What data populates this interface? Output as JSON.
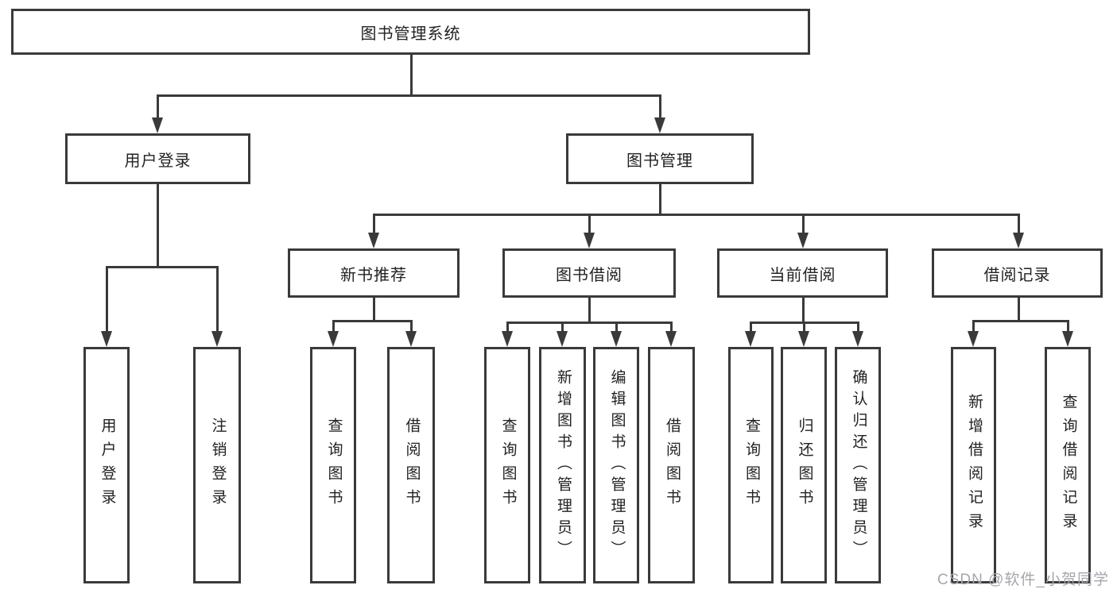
{
  "diagram": {
    "type": "tree-structure-chart",
    "colors": {
      "line": "#3a3a3c",
      "text": "#222224",
      "background": "#ffffff",
      "watermark": "#a6a6ac"
    },
    "nodes": {
      "root": "图书管理系统",
      "user_login": "用户登录",
      "book_management": "图书管理",
      "new_book_recommendation": "新书推荐",
      "book_borrowing": "图书借阅",
      "current_borrowing": "当前借阅",
      "borrowing_records": "借阅记录",
      "leaf_user_login": "用户登录",
      "leaf_logout": "注销登录",
      "nbr_query_books": "查询图书",
      "nbr_borrow_books": "借阅图书",
      "bb_query_books": "查询图书",
      "bb_add_books_admin": "新增图书（管理员）",
      "bb_edit_books_admin": "编辑图书（管理员）",
      "bb_borrow_books": "借阅图书",
      "cb_query_books": "查询图书",
      "cb_return_books": "归还图书",
      "cb_confirm_return_admin": "确认归还（管理员）",
      "br_add_record": "新增借阅记录",
      "br_query_record": "查询借阅记录"
    },
    "edges": [
      {
        "from": "图书管理系统",
        "to": [
          "用户登录",
          "图书管理"
        ]
      },
      {
        "from": "用户登录",
        "to": [
          "用户登录",
          "注销登录"
        ]
      },
      {
        "from": "图书管理",
        "to": [
          "新书推荐",
          "图书借阅",
          "当前借阅",
          "借阅记录"
        ]
      },
      {
        "from": "新书推荐",
        "to": [
          "查询图书",
          "借阅图书"
        ]
      },
      {
        "from": "图书借阅",
        "to": [
          "查询图书",
          "新增图书（管理员）",
          "编辑图书（管理员）",
          "借阅图书"
        ]
      },
      {
        "from": "当前借阅",
        "to": [
          "查询图书",
          "归还图书",
          "确认归还（管理员）"
        ]
      },
      {
        "from": "借阅记录",
        "to": [
          "新增借阅记录",
          "查询借阅记录"
        ]
      }
    ],
    "watermark": "CSDN @软件_小贺同学"
  }
}
